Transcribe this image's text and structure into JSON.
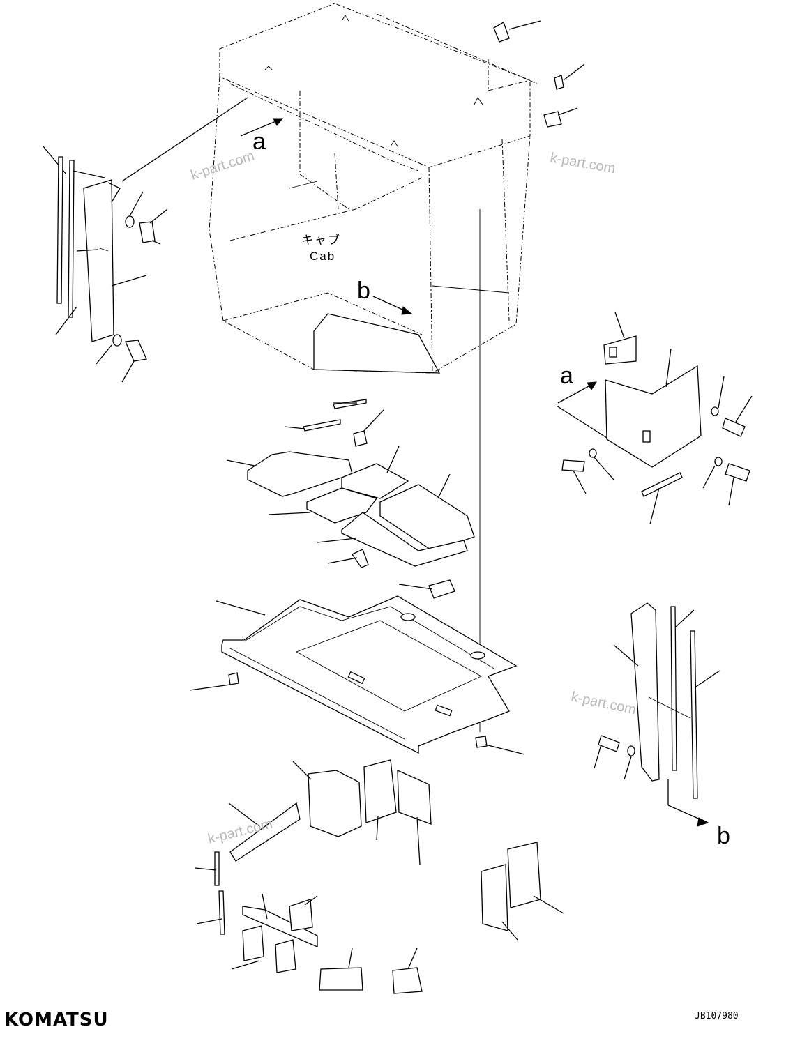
{
  "labels": {
    "cab_jp": "キャブ",
    "cab_en": "Cab",
    "ref_a": "a",
    "ref_b": "b"
  },
  "watermarks": [
    "k-part.com",
    "k-part.com",
    "k-part.com",
    "k-part.com"
  ],
  "footer": {
    "brand": "KOMATSU",
    "drawing_code": "JB107980"
  }
}
